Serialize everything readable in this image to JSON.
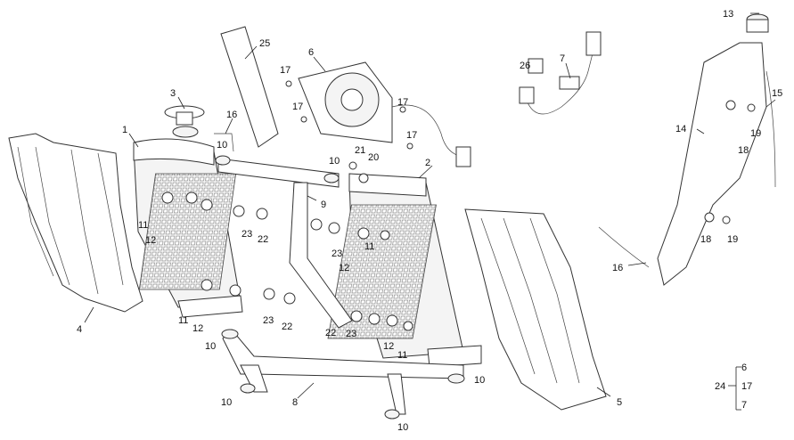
{
  "callouts": {
    "c1": "1",
    "c2": "2",
    "c3": "3",
    "c4": "4",
    "c5": "5",
    "c6": "6",
    "c7": "7",
    "c8": "8",
    "c9": "9",
    "c10a": "10",
    "c10b": "10",
    "c10c": "10",
    "c10d": "10",
    "c10e": "10",
    "c10f": "10",
    "c11a": "11",
    "c11b": "11",
    "c11c": "11",
    "c11d": "11",
    "c12a": "12",
    "c12b": "12",
    "c12c": "12",
    "c12d": "12",
    "c13": "13",
    "c14": "14",
    "c15": "15",
    "c16a": "16",
    "c16b": "16",
    "c17a": "17",
    "c17b": "17",
    "c17c": "17",
    "c17d": "17",
    "c18a": "18",
    "c18b": "18",
    "c19a": "19",
    "c19b": "19",
    "c20": "20",
    "c21": "21",
    "c22a": "22",
    "c22b": "22",
    "c22c": "22",
    "c23a": "23",
    "c23b": "23",
    "c23c": "23",
    "c23d": "23",
    "c25": "25",
    "c26": "26"
  },
  "kit": {
    "label": "24",
    "items": [
      "6",
      "17",
      "7"
    ]
  },
  "colors": {
    "ink": "#111111",
    "line": "#222222",
    "fill": "#f4f4f4"
  }
}
